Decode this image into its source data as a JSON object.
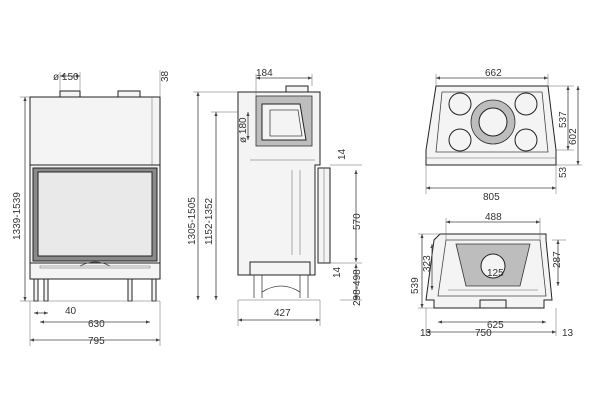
{
  "front_view": {
    "flue_diameter": "ø 150",
    "top_offset": "38",
    "total_height": "1339-1539",
    "leg_offset": "40",
    "inner_width": "630",
    "outer_width": "795"
  },
  "side_view": {
    "top_width": "184",
    "flue_diameter": "ø 180",
    "height_range_outer": "1305-1505",
    "height_range_inner": "1152-1352",
    "step_top": "14",
    "door_height": "570",
    "step_lower": "14",
    "base_height": "298-498",
    "depth": "427"
  },
  "top_view": {
    "top_width": "662",
    "depth_inner": "537",
    "depth_outer": "602",
    "edge_offset": "53",
    "outer_width": "805"
  },
  "section_view": {
    "top_width": "488",
    "left_height": "323",
    "right_height": "287",
    "outer_height": "539",
    "label_125": "125",
    "left_margin": "13",
    "outer_width": "750",
    "inner_width": "625",
    "right_margin": "13"
  }
}
